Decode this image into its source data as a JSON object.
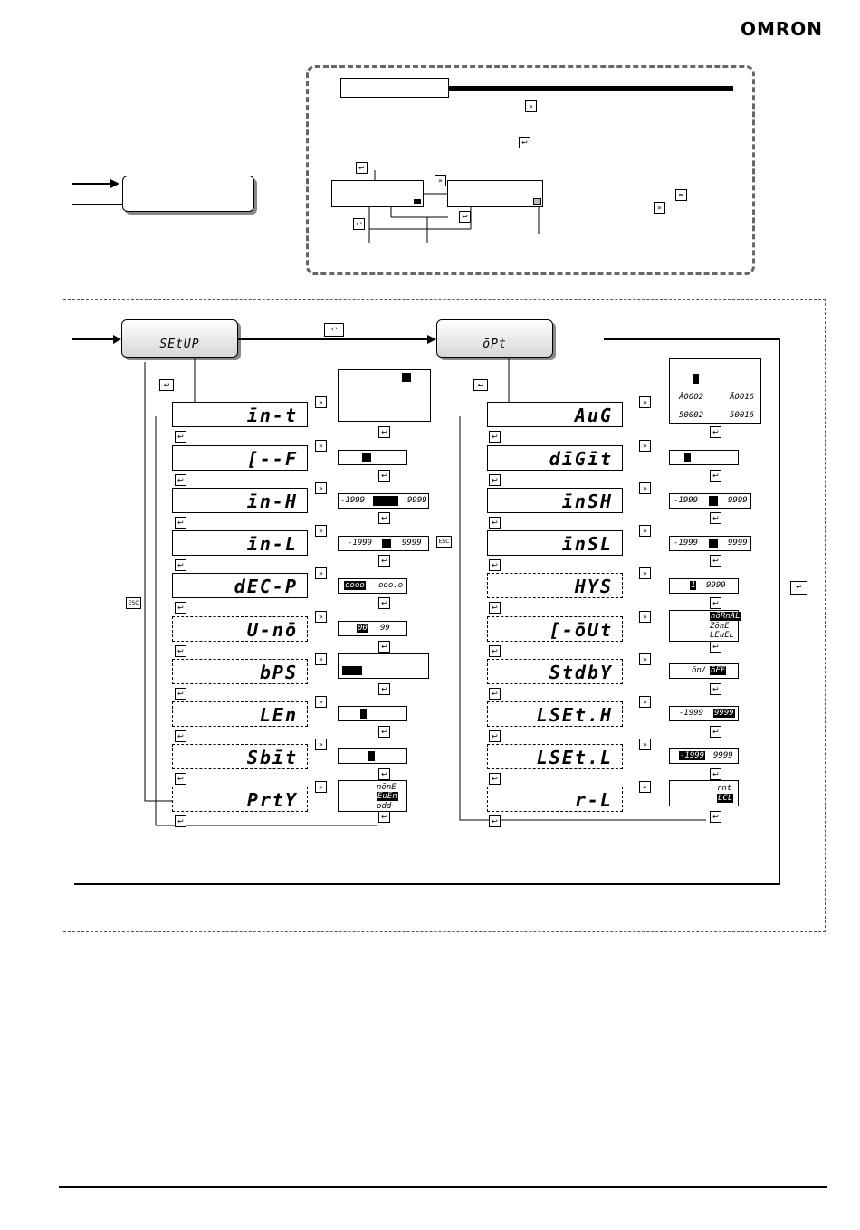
{
  "brand": "OMRON",
  "modes": {
    "setup": "SEtUP",
    "opt": "ōPt"
  },
  "keys": {
    "mode_key_icon": "↩",
    "shift_key_icon": "»",
    "up_key_icon": "≈",
    "esc_label": "ESC"
  },
  "setup_params": [
    "īn-t",
    "[--F",
    "īn-H",
    "īn-L",
    "dEC-P",
    "U-nō",
    "bPS",
    "LEn",
    "Sbīt",
    "PrtY"
  ],
  "opt_params": [
    "AuG",
    "dīGīt",
    "īnSH",
    "īnSL",
    "HYS",
    "[-ōUt",
    "StdbY",
    "LSEt.H",
    "LSEt.L",
    "r-L"
  ],
  "setup_values": {
    "in_h": [
      "-1999",
      "9999"
    ],
    "in_l": [
      "-1999",
      "9999"
    ],
    "dec_p": [
      "oooo",
      "ooo.o"
    ],
    "u_no": [
      "00",
      "99"
    ],
    "prty": [
      "nōnE",
      "EuEn",
      "odd"
    ]
  },
  "opt_values": {
    "avg": [
      "Ā0002",
      "Ā0016",
      "50002",
      "50016"
    ],
    "insh": [
      "-1999",
      "9999"
    ],
    "insl": [
      "-1999",
      "9999"
    ],
    "hys": [
      "1",
      "9999"
    ],
    "c_out": [
      "nōRnAL",
      "ZōnE",
      "LEuEL"
    ],
    "stdby": [
      "ōn/",
      "ōFF"
    ],
    "lset_h": [
      "-1999",
      "9999"
    ],
    "lset_l": [
      "-1999",
      "9999"
    ],
    "r_l": [
      "rnt",
      "LCL"
    ]
  }
}
